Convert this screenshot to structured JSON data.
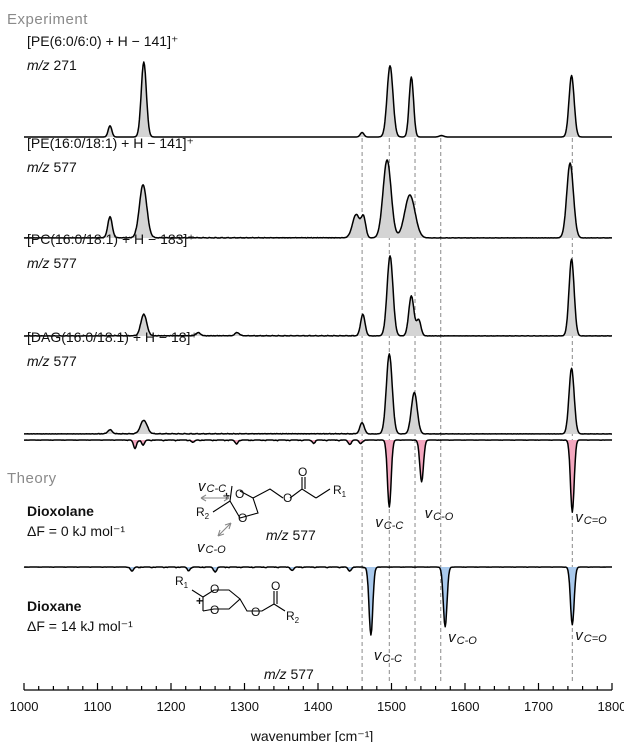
{
  "chart_data": {
    "type": "line",
    "sections": {
      "experiment": "Experiment",
      "theory": "Theory"
    },
    "xlabel": "wavenumber [cm⁻¹]",
    "xlim": [
      1000,
      1800
    ],
    "xticks": [
      1000,
      1100,
      1200,
      1300,
      1400,
      1500,
      1600,
      1700,
      1800
    ],
    "guide_lines": [
      1460,
      1497,
      1532,
      1567,
      1746
    ],
    "experiment_series": [
      {
        "name": "[PE(6:0/6:0) + H − 141]⁺",
        "mz": "271",
        "peaks": [
          {
            "x": 1117,
            "h": 0.15,
            "w": 2.5
          },
          {
            "x": 1163,
            "h": 1.0,
            "w": 3.5
          },
          {
            "x": 1460,
            "h": 0.06,
            "w": 2.5
          },
          {
            "x": 1498,
            "h": 0.95,
            "w": 4
          },
          {
            "x": 1527,
            "h": 0.8,
            "w": 3
          },
          {
            "x": 1568,
            "h": 0.02,
            "w": 3
          },
          {
            "x": 1745,
            "h": 0.82,
            "w": 3.5
          }
        ]
      },
      {
        "name": "[PE(16:0/18:1) + H − 141]⁺",
        "mz": "577",
        "peaks": [
          {
            "x": 1117,
            "h": 0.27,
            "w": 3
          },
          {
            "x": 1162,
            "h": 0.68,
            "w": 5
          },
          {
            "x": 1452,
            "h": 0.3,
            "w": 5
          },
          {
            "x": 1462,
            "h": 0.25,
            "w": 3
          },
          {
            "x": 1494,
            "h": 1.0,
            "w": 5.5
          },
          {
            "x": 1525,
            "h": 0.55,
            "w": 7
          },
          {
            "x": 1743,
            "h": 0.96,
            "w": 4.5
          }
        ]
      },
      {
        "name": "[PC(16:0/18:1) + H − 183]⁺",
        "mz": "577",
        "peaks": [
          {
            "x": 1163,
            "h": 0.27,
            "w": 4
          },
          {
            "x": 1237,
            "h": 0.04,
            "w": 3
          },
          {
            "x": 1290,
            "h": 0.04,
            "w": 3
          },
          {
            "x": 1461,
            "h": 0.27,
            "w": 3
          },
          {
            "x": 1498,
            "h": 1.0,
            "w": 4
          },
          {
            "x": 1527,
            "h": 0.5,
            "w": 3.5
          },
          {
            "x": 1537,
            "h": 0.2,
            "w": 3
          },
          {
            "x": 1745,
            "h": 0.96,
            "w": 3.5
          }
        ]
      },
      {
        "name": "[DAG(16:0/18:1) + H − 18]⁺",
        "mz": "577",
        "peaks": [
          {
            "x": 1117,
            "h": 0.05,
            "w": 3
          },
          {
            "x": 1163,
            "h": 0.17,
            "w": 4.5
          },
          {
            "x": 1460,
            "h": 0.14,
            "w": 3
          },
          {
            "x": 1497,
            "h": 1.0,
            "w": 4
          },
          {
            "x": 1531,
            "h": 0.52,
            "w": 4
          },
          {
            "x": 1745,
            "h": 0.82,
            "w": 3.5
          }
        ]
      }
    ],
    "theory_series": [
      {
        "name": "Dioxolane",
        "energy": "ΔF = 0 kJ mol⁻¹",
        "mz": "577",
        "fill": "#f4a7bf",
        "labels": [
          {
            "x": 1497,
            "sub": "C-C"
          },
          {
            "x": 1541,
            "sub": "C-O"
          },
          {
            "x": 1746,
            "sub": "C=O"
          }
        ],
        "peaks": [
          {
            "x": 1151,
            "h": 0.12,
            "w": 2
          },
          {
            "x": 1162,
            "h": 0.07,
            "w": 2
          },
          {
            "x": 1230,
            "h": 0.03,
            "w": 2
          },
          {
            "x": 1289,
            "h": 0.05,
            "w": 2
          },
          {
            "x": 1394,
            "h": 0.04,
            "w": 2
          },
          {
            "x": 1443,
            "h": 0.06,
            "w": 2
          },
          {
            "x": 1458,
            "h": 0.05,
            "w": 2
          },
          {
            "x": 1497,
            "h": 0.93,
            "w": 2.5
          },
          {
            "x": 1541,
            "h": 0.58,
            "w": 2.5
          },
          {
            "x": 1746,
            "h": 1.0,
            "w": 2.5
          }
        ]
      },
      {
        "name": "Dioxane",
        "energy": "ΔF = 14 kJ mol⁻¹",
        "mz": "577",
        "fill": "#a9c9ec",
        "labels": [
          {
            "x": 1472,
            "sub": "C-C"
          },
          {
            "x": 1573,
            "sub": "C-O"
          },
          {
            "x": 1746,
            "sub": "C=O"
          }
        ],
        "peaks": [
          {
            "x": 1147,
            "h": 0.06,
            "w": 2
          },
          {
            "x": 1224,
            "h": 0.05,
            "w": 2
          },
          {
            "x": 1260,
            "h": 0.07,
            "w": 2
          },
          {
            "x": 1365,
            "h": 0.05,
            "w": 2
          },
          {
            "x": 1443,
            "h": 0.06,
            "w": 2
          },
          {
            "x": 1472,
            "h": 1.0,
            "w": 2.5
          },
          {
            "x": 1573,
            "h": 0.88,
            "w": 2.5
          },
          {
            "x": 1746,
            "h": 0.85,
            "w": 2.5
          }
        ]
      }
    ],
    "structure_text": {
      "nu": "v",
      "dioxolane_arrow1": "C-C",
      "dioxolane_arrow2": "C-O",
      "r1": "R",
      "r1_sub": "1",
      "r2": "R",
      "r2_sub": "2",
      "o": "O",
      "plus": "+"
    }
  }
}
